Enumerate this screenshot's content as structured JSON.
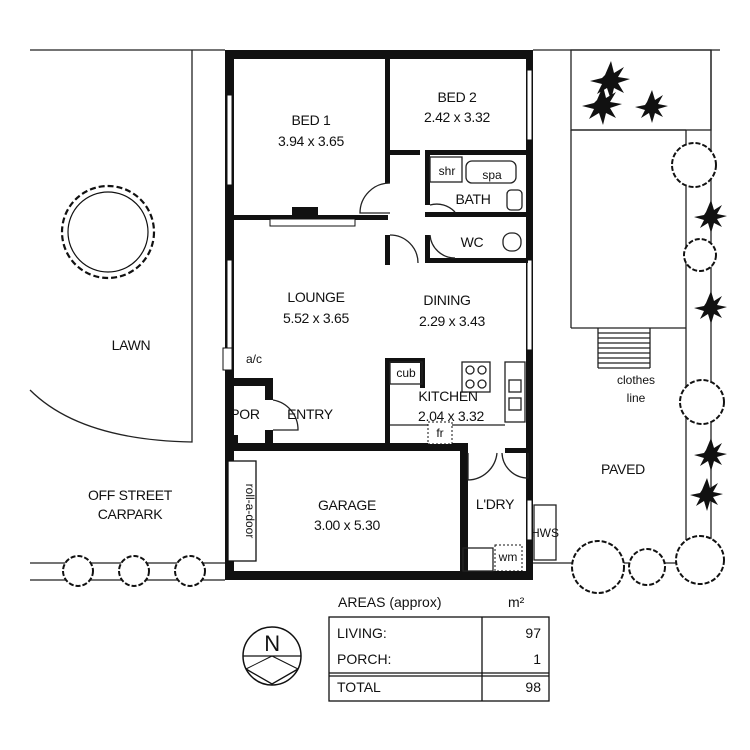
{
  "rooms": {
    "bed1": {
      "name": "BED 1",
      "size": "3.94 x 3.65"
    },
    "bed2": {
      "name": "BED 2",
      "size": "2.42 x 3.32"
    },
    "lounge": {
      "name": "LOUNGE",
      "size": "5.52 x 3.65"
    },
    "dining": {
      "name": "DINING",
      "size": "2.29 x 3.43"
    },
    "kitchen": {
      "name": "KITCHEN",
      "size": "2.04 x 3.32"
    },
    "garage": {
      "name": "GARAGE",
      "size": "3.00 x 5.30"
    },
    "bath": "BATH",
    "wc": "WC",
    "laundry": "L'DRY",
    "porch": "POR",
    "entry": "ENTRY"
  },
  "fixtures": {
    "shower": "shr",
    "spa": "spa",
    "cupboard": "cub",
    "fridge": "fr",
    "washing_machine": "wm",
    "hot_water": "HWS",
    "aircon": "a/c",
    "roller_door": "roll-a-door"
  },
  "outside": {
    "lawn": "LAWN",
    "carpark_line1": "OFF STREET",
    "carpark_line2": "CARPARK",
    "clothesline_line1": "clothes",
    "clothesline_line2": "line",
    "paved": "PAVED"
  },
  "compass": "N",
  "areas": {
    "heading": "AREAS (approx)",
    "unit": "m²",
    "rows": [
      {
        "label": "LIVING:",
        "value": "97"
      },
      {
        "label": "PORCH:",
        "value": "1"
      }
    ],
    "total_label": "TOTAL",
    "total_value": "98"
  }
}
